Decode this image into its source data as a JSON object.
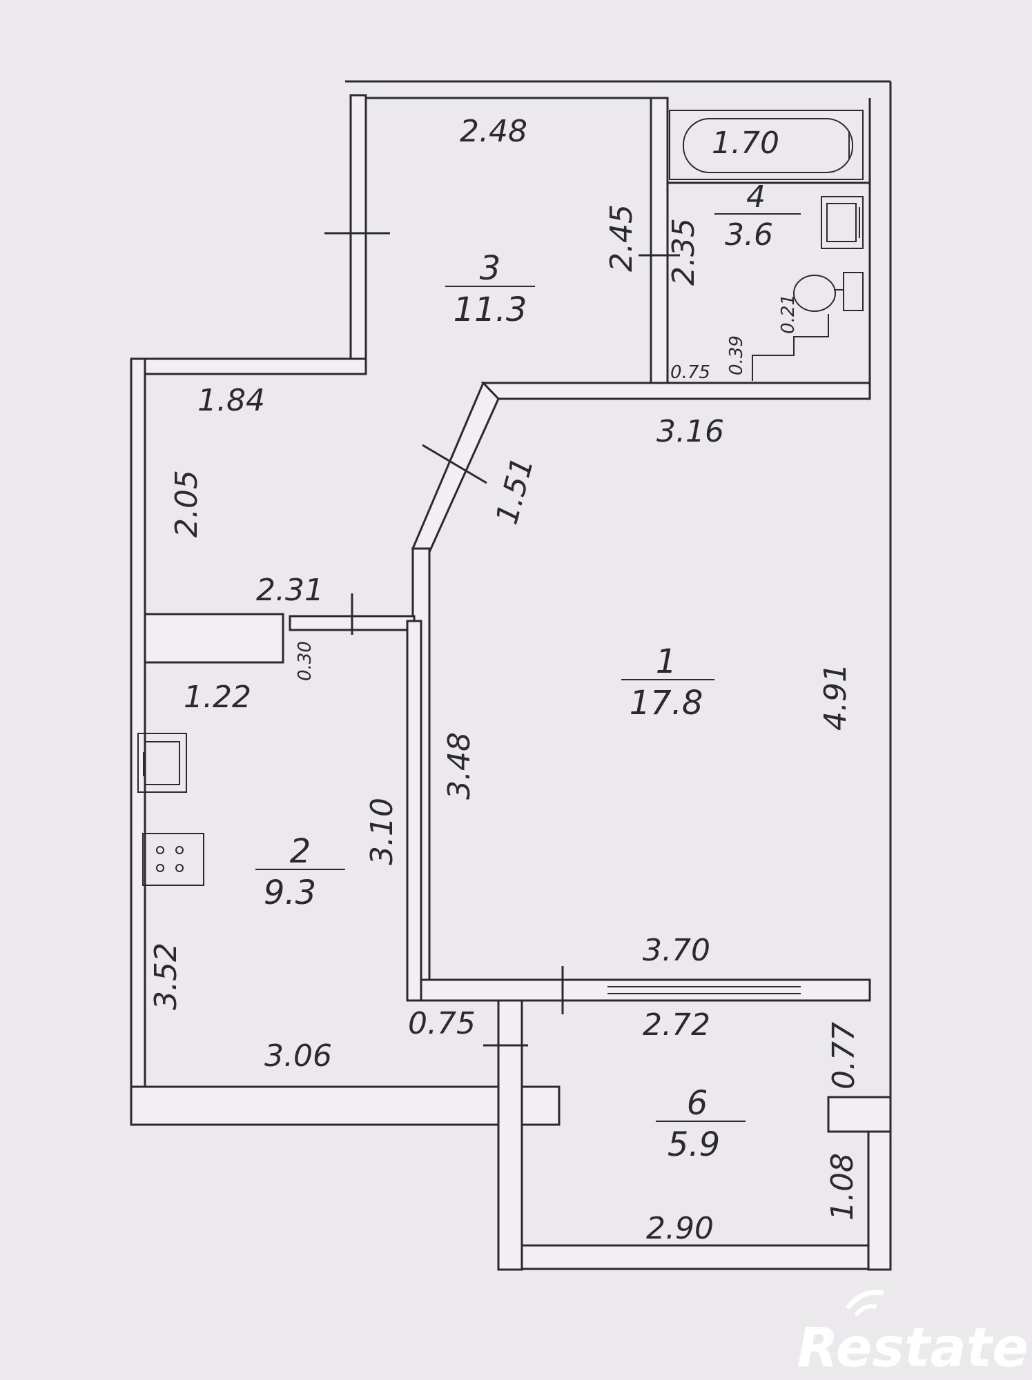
{
  "rooms": [
    {
      "number": "1",
      "area": "17.8"
    },
    {
      "number": "2",
      "area": "9.3"
    },
    {
      "number": "3",
      "area": "11.3"
    },
    {
      "number": "4",
      "area": "3.6"
    },
    {
      "number": "6",
      "area": "5.9"
    }
  ],
  "dimensions": {
    "r3_top": "2.48",
    "r3_right": "2.45",
    "bath_tub": "1.70",
    "bath_side": "2.35",
    "wc_step_a": "0.21",
    "wc_step_b": "0.39",
    "bath_door": "0.75",
    "hall_top": "1.84",
    "hall_left": "2.05",
    "r1_top": "3.16",
    "r1_diag": "1.51",
    "hall_mid": "2.31",
    "niche_depth": "0.30",
    "niche_width": "1.22",
    "r1_left": "3.48",
    "r1_right": "4.91",
    "kitchen_right": "3.10",
    "r1_bottom": "3.70",
    "kitchen_left": "3.52",
    "kitchen_door": "0.75",
    "balcony_top": "2.72",
    "kitchen_bottom": "3.06",
    "balcony_right_top": "0.77",
    "balcony_right_bottom": "1.08",
    "balcony_bottom": "2.90"
  },
  "fixtures": [
    "bathtub-icon",
    "sink-icon",
    "toilet-icon",
    "kitchen-sink-icon",
    "stove-icon"
  ],
  "logo": {
    "text": "Restate",
    "color": "#ffffff"
  }
}
